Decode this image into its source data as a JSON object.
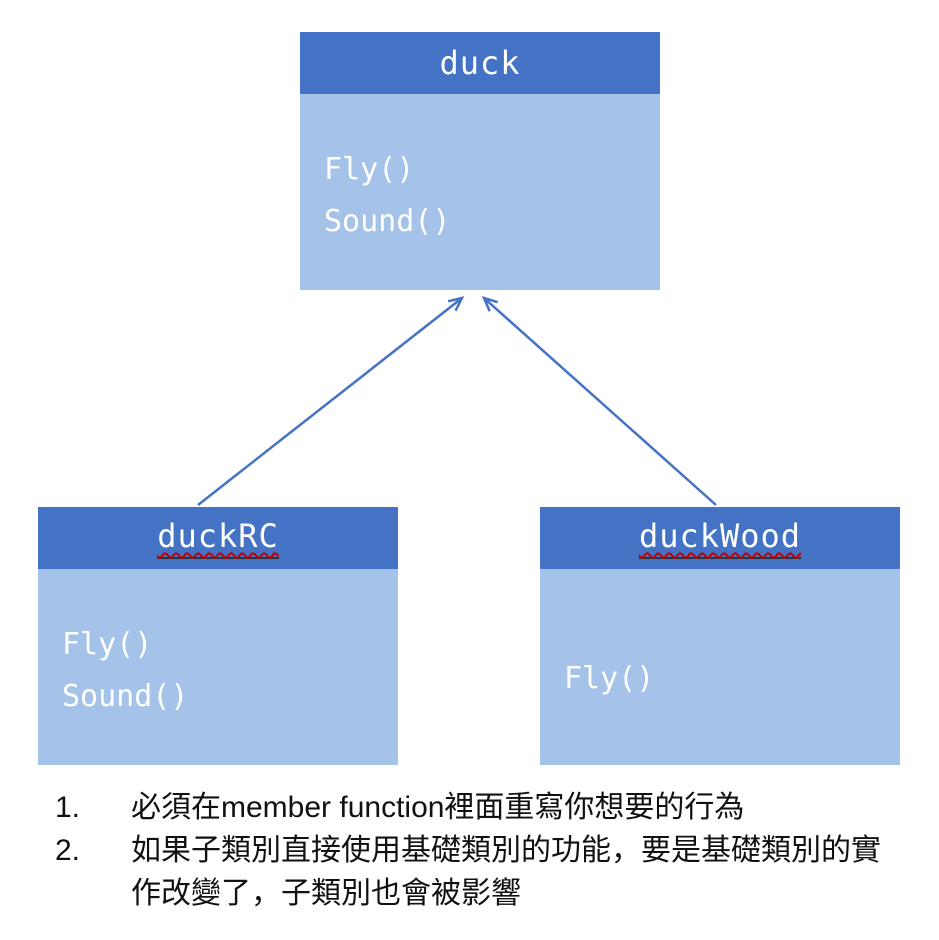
{
  "diagram": {
    "title": "duck inheritance class diagram",
    "colors": {
      "header_fill": "#4472C4",
      "body_fill": "#A5C3E9",
      "arrow": "#4472C4",
      "text_on_fill": "#ffffff",
      "note_text": "#111111"
    },
    "classes": [
      {
        "name": "duck",
        "methods": [
          "Fly()",
          "Sound()"
        ]
      },
      {
        "name": "duckRC",
        "methods": [
          "Fly()",
          "Sound()"
        ]
      },
      {
        "name": "duckWood",
        "methods": [
          "Fly()"
        ]
      }
    ],
    "relations": [
      {
        "from": "duckRC",
        "to": "duck",
        "type": "inheritance-arrow"
      },
      {
        "from": "duckWood",
        "to": "duck",
        "type": "inheritance-arrow"
      }
    ],
    "notes": [
      {
        "number": "1.",
        "text": "必須在member function裡面重寫你想要的行為"
      },
      {
        "number": "2.",
        "text": "如果子類別直接使用基礎類別的功能，要是基礎類別的實作改變了，子類別也會被影響"
      }
    ]
  }
}
